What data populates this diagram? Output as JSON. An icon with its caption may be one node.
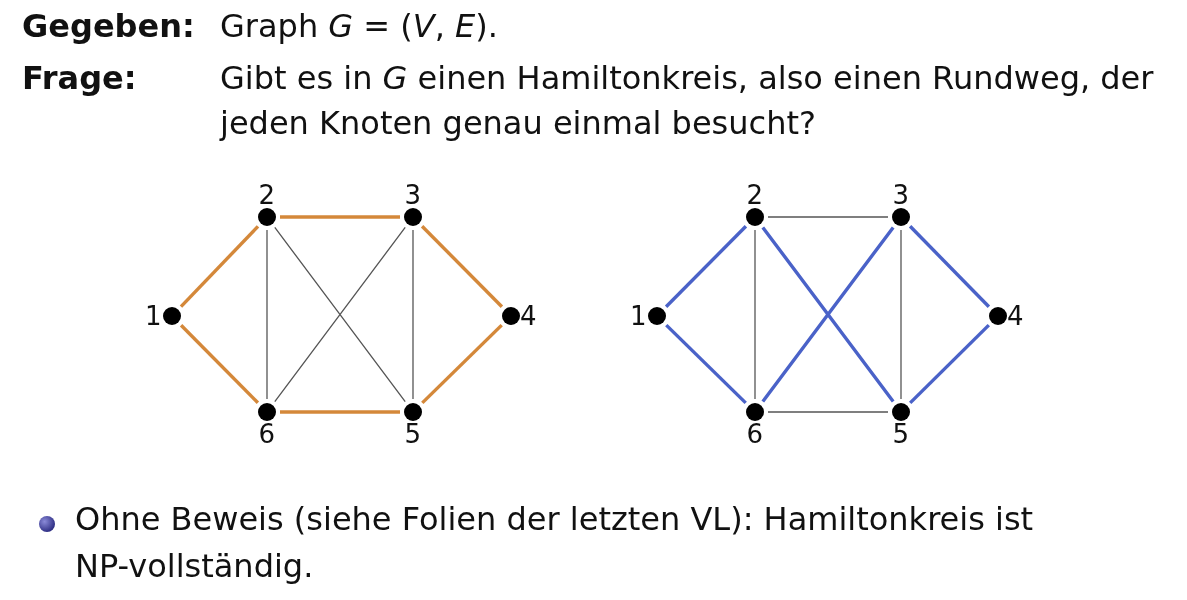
{
  "diagram": {
    "nodes": [
      {
        "text": [],
        "shape": "circle",
        "beside": [
          "1"
        ]
      },
      {
        "text": [],
        "shape": "circle",
        "beside": [
          "2"
        ]
      },
      {
        "text": [],
        "shape": "circle",
        "beside": [
          "3"
        ]
      },
      {
        "text": [],
        "shape": "circle",
        "beside": [
          "4"
        ]
      },
      {
        "text": [],
        "shape": "circle",
        "beside": [
          "5"
        ]
      },
      {
        "text": [],
        "shape": "circle",
        "beside": [
          "6"
        ]
      },
      {
        "text": [],
        "shape": "circle",
        "beside": [
          "1"
        ]
      },
      {
        "text": [],
        "shape": "circle",
        "beside": [
          "2"
        ]
      },
      {
        "text": [],
        "shape": "circle",
        "beside": [
          "3"
        ]
      },
      {
        "text": [],
        "shape": "circle",
        "beside": [
          "4"
        ]
      },
      {
        "text": [],
        "shape": "circle",
        "beside": [
          "5"
        ]
      },
      {
        "text": [],
        "shape": "circle",
        "beside": [
          "6"
        ]
      }
    ],
    "edges": [
      {
        "from": 0,
        "to": 1,
        "arrow": "none",
        "color": "#d4883a"
      },
      {
        "from": 1,
        "to": 2,
        "arrow": "none",
        "color": "#d4883a"
      },
      {
        "from": 2,
        "to": 3,
        "arrow": "none",
        "color": "#d4883a"
      },
      {
        "from": 3,
        "to": 4,
        "arrow": "none",
        "color": "#d4883a"
      },
      {
        "from": 4,
        "to": 5,
        "arrow": "none",
        "color": "#d4883a"
      },
      {
        "from": 5,
        "to": 0,
        "arrow": "none",
        "color": "#d4883a"
      },
      {
        "from": 1,
        "to": 5,
        "arrow": "none"
      },
      {
        "from": 1,
        "to": 4,
        "arrow": "none"
      },
      {
        "from": 2,
        "to": 5,
        "arrow": "none"
      },
      {
        "from": 2,
        "to": 4,
        "arrow": "none"
      },
      {
        "from": 6,
        "to": 7,
        "arrow": "none",
        "color": "#4a62c8"
      },
      {
        "from": 7,
        "to": 10,
        "arrow": "none",
        "color": "#4a62c8"
      },
      {
        "from": 10,
        "to": 9,
        "arrow": "none",
        "color": "#4a62c8"
      },
      {
        "from": 9,
        "to": 8,
        "arrow": "none",
        "color": "#4a62c8"
      },
      {
        "from": 8,
        "to": 11,
        "arrow": "none",
        "color": "#4a62c8"
      },
      {
        "from": 11,
        "to": 6,
        "arrow": "none",
        "color": "#4a62c8"
      },
      {
        "from": 7,
        "to": 8,
        "arrow": "none"
      },
      {
        "from": 7,
        "to": 11,
        "arrow": "none"
      },
      {
        "from": 8,
        "to": 10,
        "arrow": "none"
      },
      {
        "from": 11,
        "to": 10,
        "arrow": "none"
      }
    ],
    "labels": [
      "Gegeben:",
      "Graph *G* = (*V*, *E*).",
      "Frage:",
      "Gibt es in *G* einen Hamiltonkreis, also einen Rundweg, der jeden Knoten genau einmal besucht?",
      "Ohne Beweis (siehe Folien der letzten VL): Hamiltonkreis ist NP-vollständig."
    ]
  }
}
